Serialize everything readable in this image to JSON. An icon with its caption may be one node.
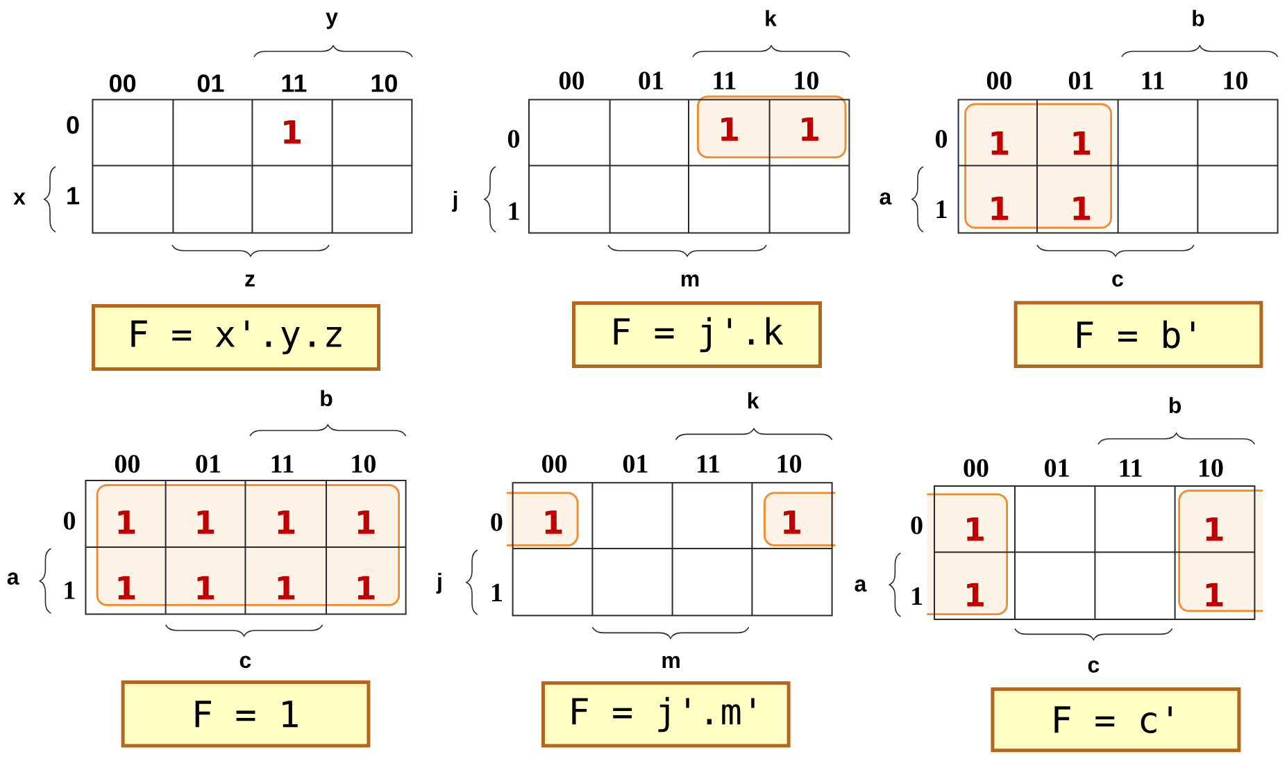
{
  "diagram": {
    "nodes": [
      {
        "text": [
          "F = x'.y.z"
        ]
      },
      {
        "text": [
          "F = j'.k"
        ]
      },
      {
        "text": [
          "F = b'"
        ]
      },
      {
        "text": [
          "F = 1"
        ]
      },
      {
        "text": [
          "F = j'.m'"
        ]
      },
      {
        "text": [
          "F = c'"
        ]
      }
    ],
    "labels": [
      "y",
      "00",
      "01",
      "11",
      "10",
      "0",
      "1",
      "x",
      "1",
      "z",
      "k",
      "00",
      "01",
      "11",
      "10",
      "0",
      "1",
      "1",
      "j",
      "1",
      "m",
      "b",
      "00",
      "01",
      "11",
      "10",
      "0",
      "1",
      "1",
      "a",
      "1",
      "1",
      "1",
      "c",
      "b",
      "00",
      "01",
      "11",
      "10",
      "0",
      "1",
      "1",
      "1",
      "1",
      "a",
      "1",
      "1",
      "1",
      "1",
      "1",
      "c",
      "k",
      "00",
      "01",
      "11",
      "10",
      "0",
      "1",
      "1",
      "j",
      "1",
      "m",
      "b",
      "00",
      "01",
      "11",
      "10",
      "0",
      "1",
      "1",
      "a",
      "1",
      "1",
      "1",
      "c"
    ]
  }
}
